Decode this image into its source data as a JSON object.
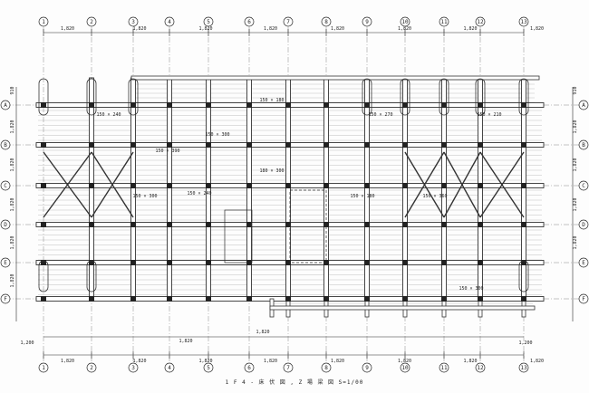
{
  "drawing": {
    "title": "1 F 4 - 床 伏 図 , Z 場 梁 図 S=1/00",
    "colors": {
      "ink": "#2a2a2a",
      "beam": "#333333",
      "grid": "#555555",
      "paper": "#fdfdfd"
    }
  },
  "axes": {
    "columns": [
      "1",
      "2",
      "3",
      "4",
      "5",
      "6",
      "7",
      "8",
      "9",
      "10",
      "11",
      "12",
      "13"
    ],
    "rows": [
      "A",
      "B",
      "C",
      "D",
      "E",
      "F"
    ]
  },
  "dimensions": {
    "top": [
      "1,820",
      "1,820",
      "1,820",
      "1,820",
      "1,820",
      "1,820",
      "1,820",
      "1,820"
    ],
    "bottom": [
      "1,820",
      "1,820",
      "1,820",
      "1,820",
      "1,820",
      "1,820",
      "1,820",
      "1,820"
    ],
    "bottom_inner": [
      "1,200",
      "1,820",
      "1,820",
      "1,200"
    ],
    "left": [
      "910",
      "1,820",
      "1,820",
      "1,820",
      "1,820",
      "1,820"
    ],
    "right": [
      "910",
      "1,820",
      "1,820",
      "1,820",
      "1,820"
    ]
  },
  "beam_labels": [
    "150 × 240",
    "150 × 300",
    "150 × 390",
    "150 × 180",
    "150 × 270",
    "150 × 210",
    "180 × 300",
    "150 × 360",
    "150 × 300",
    "150 × 240",
    "150 × 180",
    "150 × 300"
  ]
}
